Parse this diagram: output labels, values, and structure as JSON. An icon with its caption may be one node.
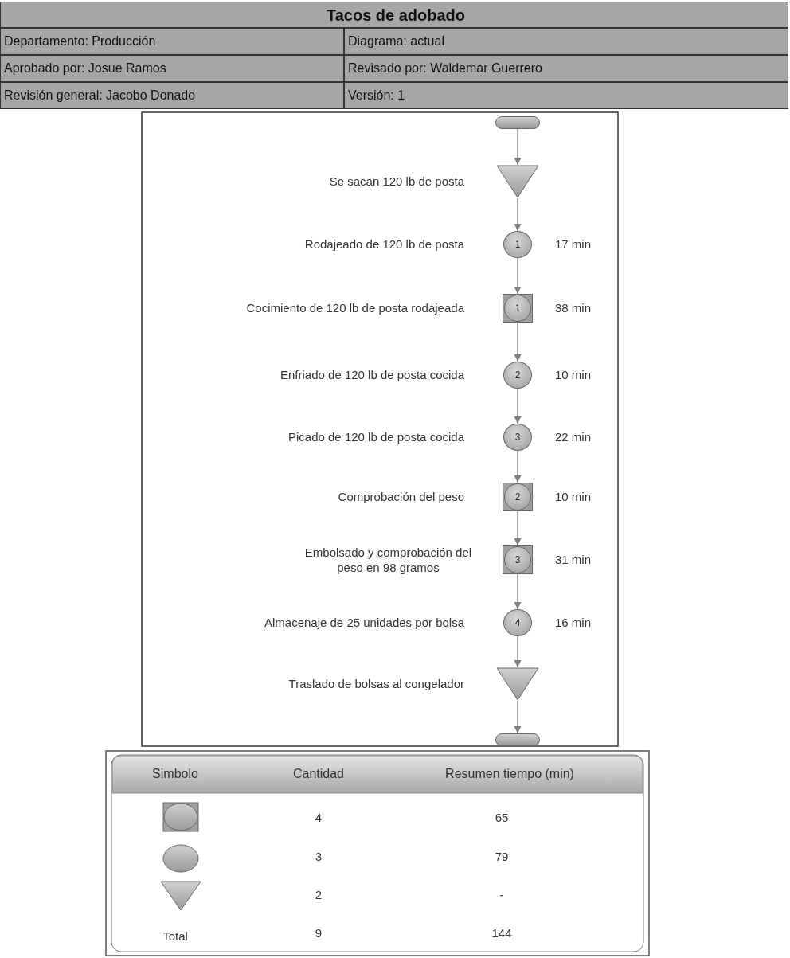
{
  "diagram": {
    "title": "Tacos de adobado",
    "nodes": [
      {
        "text": [],
        "shape": "pill"
      },
      {
        "text": [],
        "shape": "triangle",
        "beside": [
          "Se sacan 120 lb de posta"
        ]
      },
      {
        "text": [
          "1"
        ],
        "beside": [
          "Rodajeado de 120 lb de posta",
          "17 min"
        ]
      },
      {
        "text": [
          "1"
        ],
        "beside": [
          "Cocimiento de 120 lb de posta rodajeada",
          "38 min"
        ]
      },
      {
        "text": [
          "2"
        ],
        "beside": [
          "Enfriado de 120 lb de posta cocida",
          "10 min"
        ]
      },
      {
        "text": [
          "3"
        ],
        "beside": [
          "Picado de 120 lb de posta cocida",
          "22 min"
        ]
      },
      {
        "text": [
          "2"
        ],
        "beside": [
          "Comprobación del peso",
          "10 min"
        ]
      },
      {
        "text": [
          "3"
        ],
        "beside": [
          "Embolsado y comprobación del peso en 98 gramos",
          "31 min"
        ]
      },
      {
        "text": [
          "4"
        ],
        "beside": [
          "Almacenaje de 25 unidades por bolsa",
          "16 min"
        ]
      },
      {
        "text": [],
        "shape": "triangle",
        "beside": [
          "Traslado de bolsas al congelador"
        ]
      },
      {
        "text": [],
        "shape": "pill"
      }
    ],
    "edges": [
      {
        "from": 0,
        "to": 1,
        "arrow": "to"
      },
      {
        "from": 1,
        "to": 2,
        "arrow": "to"
      },
      {
        "from": 2,
        "to": 3,
        "arrow": "to"
      },
      {
        "from": 3,
        "to": 4,
        "arrow": "to"
      },
      {
        "from": 4,
        "to": 5,
        "arrow": "to"
      },
      {
        "from": 5,
        "to": 6,
        "arrow": "to"
      },
      {
        "from": 6,
        "to": 7,
        "arrow": "to"
      },
      {
        "from": 7,
        "to": 8,
        "arrow": "to"
      },
      {
        "from": 8,
        "to": 9,
        "arrow": "to"
      },
      {
        "from": 9,
        "to": 10,
        "arrow": "to"
      }
    ],
    "labels": [
      "Departamento: Producción",
      "Diagrama: actual",
      "Aprobado por: Josue Ramos",
      "Revisado por: Waldemar Guerrero",
      "Revisión general: Jacobo Donado",
      "Versión: 1",
      "Simbolo",
      "Cantidad",
      "Resumen tiempo (min)",
      "4",
      "65",
      "3",
      "79",
      "2",
      "-",
      "Total",
      "9",
      "144"
    ]
  }
}
